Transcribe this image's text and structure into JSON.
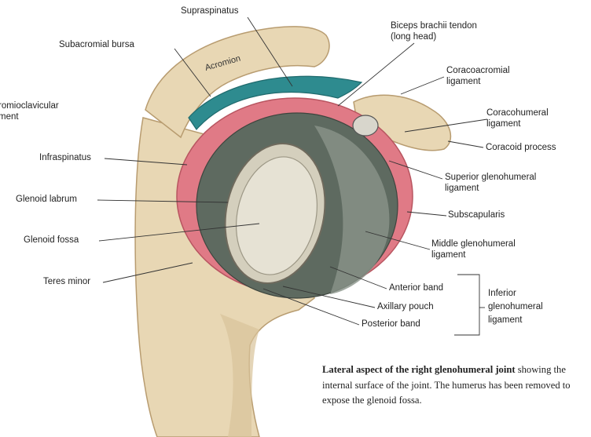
{
  "labels": {
    "supraspinatus": "Supraspinatus",
    "subacromial_bursa": "Subacromial bursa",
    "acromion": "Acromion",
    "acromioclavicular_1": "romioclavicular",
    "acromioclavicular_2": "ment",
    "biceps_1": "Biceps brachii  tendon",
    "biceps_2": "(long head)",
    "coracoacromial_1": "Coracoacromial",
    "coracoacromial_2": "ligament",
    "coracohumeral_1": "Coracohumeral",
    "coracohumeral_2": "ligament",
    "coracoid_process": "Coracoid process",
    "infraspinatus": "Infraspinatus",
    "superior_gh_1": "Superior glenohumeral",
    "superior_gh_2": "ligament",
    "glenoid_labrum": "Glenoid labrum",
    "subscapularis": "Subscapularis",
    "glenoid_fossa": "Glenoid fossa",
    "middle_gh_1": "Middle glenohumeral",
    "middle_gh_2": "ligament",
    "teres_minor": "Teres minor",
    "anterior_band": "Anterior band",
    "axillary_pouch": "Axillary pouch",
    "posterior_band": "Posterior band",
    "inferior_gh_1": "Inferior",
    "inferior_gh_2": "glenohumeral",
    "inferior_gh_3": "ligament"
  },
  "caption": {
    "bold": "Lateral aspect of the right glenohumeral joint",
    "text": " showing the internal surface of the joint. The humerus has been removed to expose the glenoid fossa."
  },
  "colors": {
    "bone": "#e8d7b4",
    "bone_dark": "#c9b088",
    "muscle": "#e07a86",
    "bursa": "#2e8b8f",
    "capsule": "#5e6a60",
    "cartilage": "#e6e2d4",
    "leader": "#333333"
  }
}
